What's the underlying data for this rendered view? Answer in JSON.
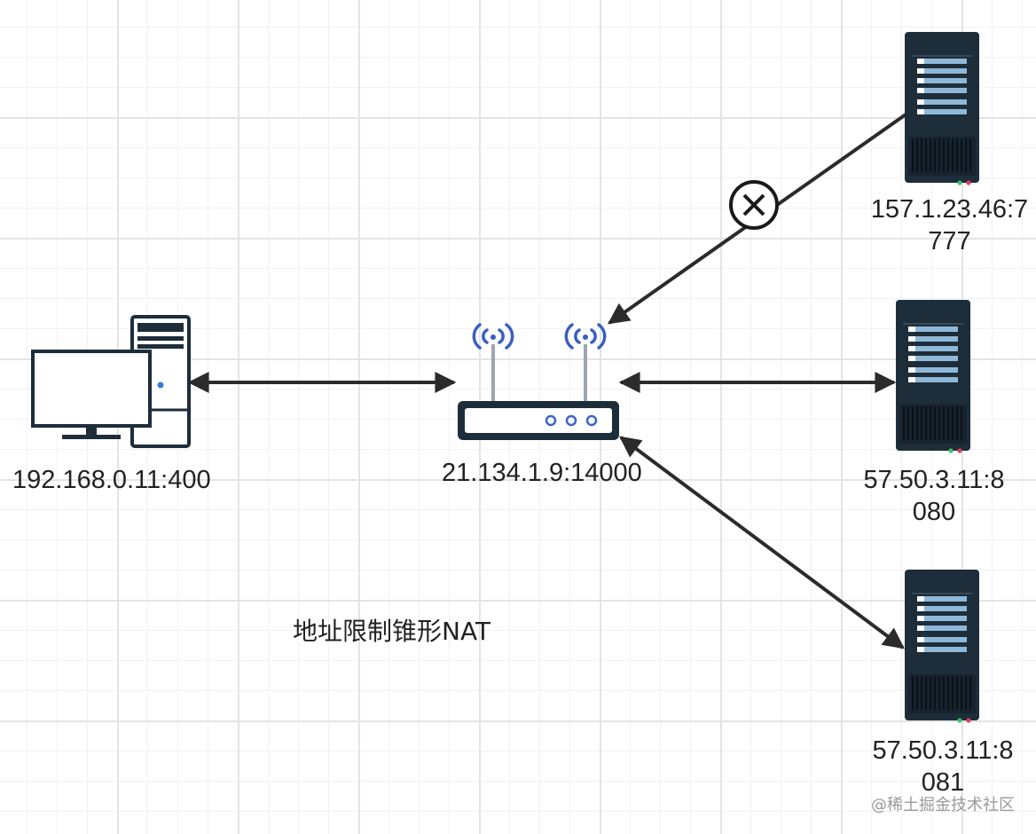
{
  "diagram": {
    "title": "地址限制锥形NAT",
    "client": {
      "address": "192.168.0.11:400"
    },
    "router": {
      "address": "21.134.1.9:14000"
    },
    "servers": [
      {
        "address": "157.1.23.46:7777",
        "blocked": true
      },
      {
        "address": "57.50.3.11:8080",
        "blocked": false
      },
      {
        "address": "57.50.3.11:8081",
        "blocked": false
      }
    ]
  },
  "watermark": "@稀土掘金技术社区"
}
